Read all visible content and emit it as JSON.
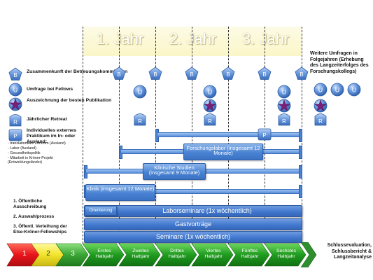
{
  "years": [
    "1. Jahr",
    "2. Jahr",
    "3. Jahr"
  ],
  "legend": {
    "b_label": "B",
    "u_label": "U",
    "r_label": "R",
    "p_label": "P",
    "b_text": "Zusammenkunft der Betreuungskommission",
    "u_text": "Umfrage bei Fellows",
    "star_text": "Auszeichnung der besten Publikation",
    "r_text": "Jährlicher Retreat",
    "p_text": "Individuelles externes Praktikum im In- oder Ausland:",
    "p_items": [
      "- translationales Zentrum (Ausland)",
      "- Labor (Ausland)",
      "- Gesundheitspolitik",
      "- Mitarbeit in Kröner-Projekt (Entwicklungsländer)"
    ]
  },
  "right_note": "Weitere Umfragen in Folgejahren (Erhebung des Langzeiterfolges des Forschungskollegs)",
  "bars": {
    "forschungslabor": "Forschungslabor (insgesamt 12 Monate)",
    "klinische_studien": "Klinische Studien (insgesamt 9 Monate)",
    "klinik": "Klinik (insgesamt 12 Monate)",
    "orientierung": "Orientierung",
    "laborseminare": "Laborseminare (1x wöchentlich)",
    "gastvortraege": "Gastvorträge",
    "seminare": "Seminare (1x wöchentlich)"
  },
  "steps": [
    "1. Öffentliche Ausschreibung",
    "2. Auswahlprozess",
    "3. Öffentl. Verleihung der Else-Kröner-Fellowships"
  ],
  "phases": [
    "1",
    "2",
    "3"
  ],
  "semesters": [
    "Erstes Halbjahr",
    "Zweites Halbjahr",
    "Drittes Halbjahr",
    "Viertes Halbjahr",
    "Fünftes Halbjahr",
    "Sechstes Halbjahr"
  ],
  "final": "Schlussevaluation, Schlussbericht & Langzeitanalyse",
  "colors": {
    "phase1": "#e8141b",
    "phase2": "#f2e32b",
    "phase3": "#3aa535",
    "semester": "#1f9b1f",
    "bar": "#4a83d3",
    "accent_star": "#7b1f7a"
  }
}
